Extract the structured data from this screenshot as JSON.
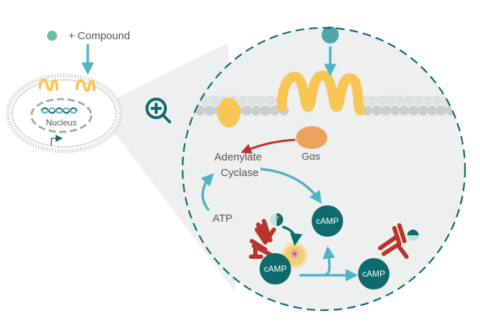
{
  "legend": {
    "compound_label": "+ Compound"
  },
  "cell": {
    "nucleus_label": "Nucleus"
  },
  "pathway": {
    "enzyme_label": "Adenylate\nCyclase",
    "enzyme_line1": "Adenylate",
    "enzyme_line2": "Cyclase",
    "g_protein_label": "Gαs",
    "substrate_label": "ATP",
    "product_label": "cAMP",
    "product_label_bound": "cAMP",
    "product_label_moved": "cAMP"
  },
  "colors": {
    "teal_dark": "#0e6a6b",
    "teal_light": "#4fb3c4",
    "compound_green": "#6dbf94",
    "receptor_yellow": "#f8c654",
    "g_protein_orange": "#eda35e",
    "antibody_red": "#b8352c",
    "membrane_grey": "#d9dcdc",
    "inset_fill": "#eeefef"
  },
  "icons": [
    "magnify-plus-icon",
    "dna-icon",
    "gene-arrow-icon"
  ]
}
